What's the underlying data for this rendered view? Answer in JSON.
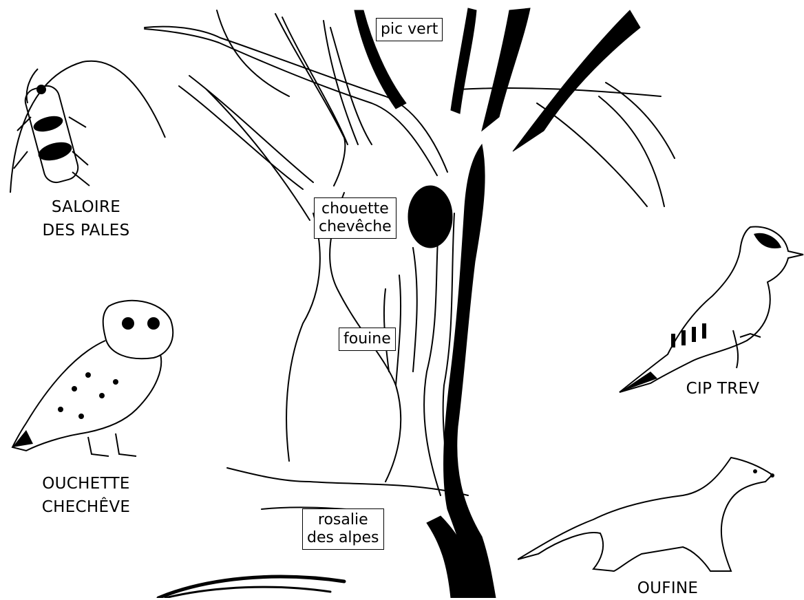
{
  "labels": {
    "pic_vert": "pic vert",
    "chouette": "chouette\nchevêche",
    "fouine": "fouine",
    "rosalie": "rosalie\ndes alpes"
  },
  "captions": {
    "saloire": "SALOIRE\nDES PALES",
    "ouchette": "OUCHETTE\nCHECHÊVE",
    "cip": "CIP TREV",
    "oufine": "OUFINE"
  },
  "colors": {
    "ink": "#000000",
    "paper": "#ffffff"
  }
}
